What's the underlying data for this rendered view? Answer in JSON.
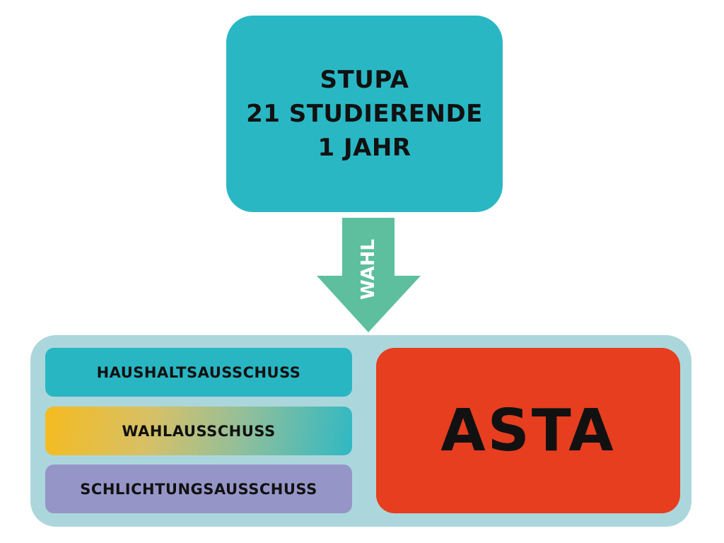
{
  "stupa": {
    "lines": [
      "STUPA",
      "21 STUDIERENDE",
      "1 JAHR"
    ]
  },
  "arrow": {
    "label": "WAHL"
  },
  "committees": [
    "HAUSHALTSAUSSCHUSS",
    "WAHLAUSSCHUSS",
    "SCHLICHTUNGSAUSSCHUSS"
  ],
  "asta": {
    "label": "ASTA"
  },
  "colors": {
    "stupa": "#2ab7c4",
    "arrow": "#5dbf9e",
    "container": "#abd7dc",
    "asta": "#e63e1f",
    "haushalt": "#29b6c3",
    "wahl_start": "#f5bb1f",
    "wahl_end": "#2fb8c3",
    "schlichtung": "#9695c8"
  }
}
